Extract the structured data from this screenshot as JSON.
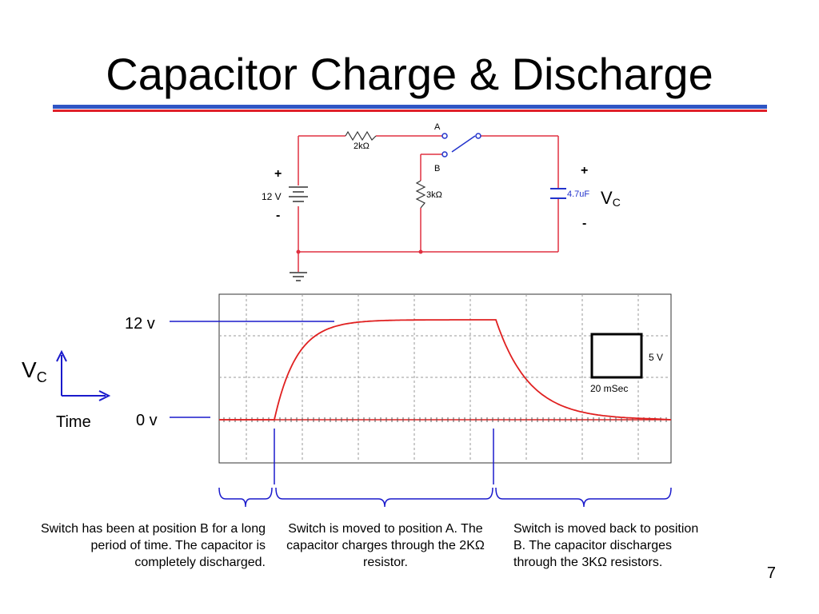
{
  "slide": {
    "title": "Capacitor Charge & Discharge",
    "page_number": "7"
  },
  "circuit": {
    "source_voltage": "12 V",
    "source_plus": "+",
    "source_minus": "-",
    "resistor_top": "2kΩ",
    "resistor_mid": "3kΩ",
    "switch_pos_a": "A",
    "switch_pos_b": "B",
    "capacitor": "4.7uF",
    "vc_plus": "+",
    "vc_minus": "-",
    "vc_main": "V",
    "vc_sub": "C"
  },
  "scope": {
    "label_12v": "12 v",
    "label_0v": "0 v",
    "axis_v_main": "V",
    "axis_v_sub": "C",
    "axis_time": "Time",
    "scale_volts": "5 V",
    "scale_time": "20 mSec"
  },
  "captions": {
    "left": "Switch has been at position B for a long period of time. The capacitor is completely discharged.",
    "middle": "Switch is moved to position A. The capacitor charges through the 2KΩ resistor.",
    "right": "Switch is moved back to position B. The capacitor discharges through the 3KΩ resistors."
  },
  "colors": {
    "wire": "#e03040",
    "component": "#2233cc",
    "trace": "#e02020",
    "annotation": "#1a1acc",
    "title_rule_blue": "#2f55c4",
    "title_rule_red": "#e0202a"
  }
}
